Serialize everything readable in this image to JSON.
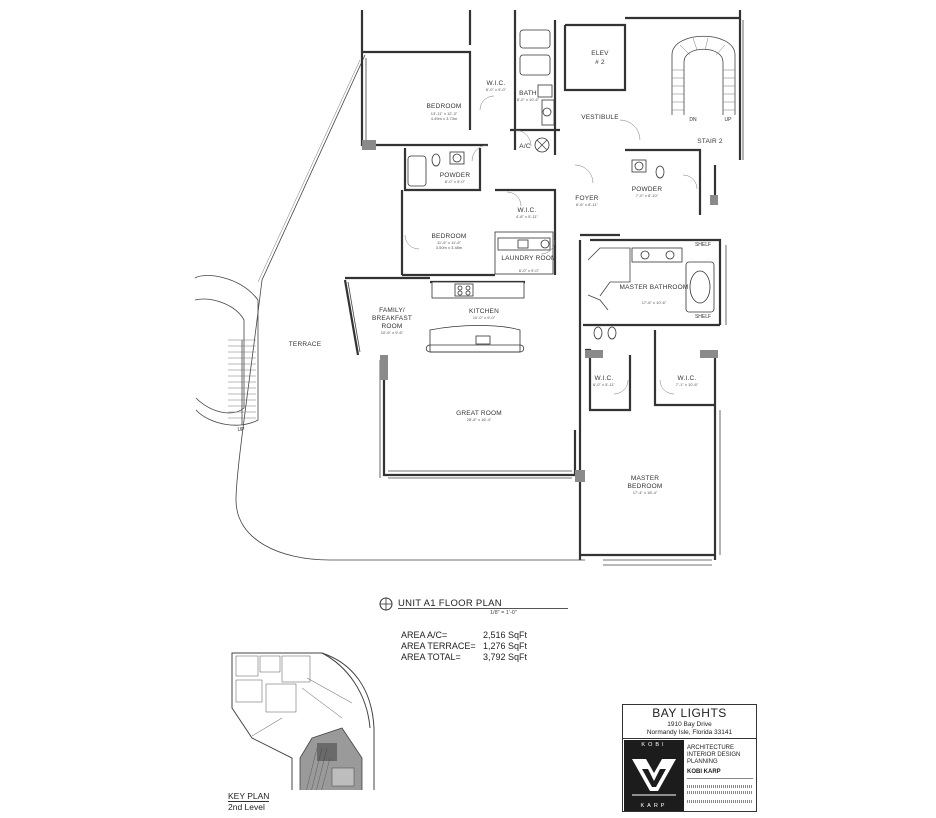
{
  "plan": {
    "unit_title": "UNIT A1 FLOOR PLAN",
    "scale": "1/8\" = 1'-0\"",
    "rooms": {
      "bedroom_top": {
        "name": "BEDROOM",
        "dims": "13'-11\" x 12'-3\"",
        "dims_metric": "4.49m x 3.73m"
      },
      "wic_top": {
        "name": "W.I.C.",
        "dims": "6'-0\" x 9'-0\""
      },
      "bath": {
        "name": "BATH",
        "dims": "8'-0\" x 10'-6\""
      },
      "elev": {
        "name": "ELEV",
        "number": "# 2"
      },
      "vestibule": {
        "name": "VESTIBULE"
      },
      "stair": {
        "name": "STAIR 2"
      },
      "stair_dn": "DN",
      "stair_up_mark": "UP",
      "ac": {
        "name": "A/C"
      },
      "powder_left": {
        "name": "POWDER",
        "dims": "8'-0\" x 5'-0\""
      },
      "powder_right": {
        "name": "POWDER",
        "dims": "7'-0\" x 8'-10\""
      },
      "foyer": {
        "name": "FOYER",
        "dims": "6'-6\" x 8'-11\""
      },
      "wic_mid": {
        "name": "W.I.C.",
        "dims": "4'-8\" x 5'-11\""
      },
      "bedroom_mid": {
        "name": "BEDROOM",
        "dims": "11'-6\" x 11'-6\"",
        "dims_metric": "3.50m x 3.48m"
      },
      "laundry": {
        "name": "LAUNDRY ROOM",
        "dims": "6'-0\" x 9'-0\""
      },
      "master_bath": {
        "name": "MASTER BATHROOM",
        "dims": "17'-6\" x 10'-6\""
      },
      "shelf_top": "SHELF",
      "shelf_bottom": "SHELF",
      "family": {
        "line1": "FAMILY/",
        "line2": "BREAKFAST",
        "line3": "ROOM",
        "dims": "10'-6\" x 9'-6\""
      },
      "kitchen": {
        "name": "KITCHEN",
        "dims": "10'-0\" x 9'-0\""
      },
      "terrace": {
        "name": "TERRACE"
      },
      "terrace_up": "UP",
      "wic_left": {
        "name": "W.I.C.",
        "dims": "6'-0\" x 5'-11\""
      },
      "wic_right": {
        "name": "W.I.C.",
        "dims": "7'-1\" x 10'-6\""
      },
      "great_room": {
        "name": "GREAT ROOM",
        "dims": "28'-8\" x 16'-4\""
      },
      "master_bedroom": {
        "name": "MASTER BEDROOM",
        "dims": "17'-4\" x 18'-4\""
      }
    }
  },
  "areas": [
    {
      "label": "AREA A/C=",
      "value": "2,516 SqFt"
    },
    {
      "label": "AREA TERRACE=",
      "value": "1,276 SqFt"
    },
    {
      "label": "AREA TOTAL=",
      "value": "3,792 SqFt"
    }
  ],
  "key_plan": {
    "line1": "KEY PLAN",
    "line2": "2nd Level"
  },
  "title_block": {
    "project": "BAY LIGHTS",
    "address1": "1910 Bay Drive",
    "address2": "Normandy Isle, Florida 33141",
    "logo_top": "KOBI",
    "logo_bottom": "KARP",
    "services1": "ARCHITECTURE",
    "services2": "INTERIOR DESIGN",
    "services3": "PLANNING",
    "firm": "KOBI KARP"
  }
}
